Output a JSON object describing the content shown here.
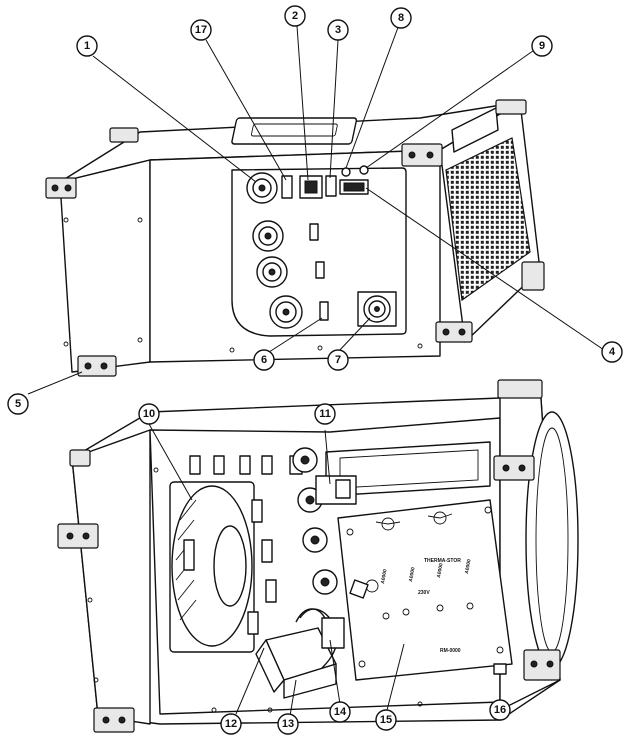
{
  "callouts": [
    {
      "id": "1",
      "label": "1"
    },
    {
      "id": "17",
      "label": "17"
    },
    {
      "id": "2",
      "label": "2"
    },
    {
      "id": "3",
      "label": "3"
    },
    {
      "id": "8",
      "label": "8"
    },
    {
      "id": "9",
      "label": "9"
    },
    {
      "id": "4",
      "label": "4"
    },
    {
      "id": "5",
      "label": "5"
    },
    {
      "id": "6",
      "label": "6"
    },
    {
      "id": "7",
      "label": "7"
    },
    {
      "id": "10",
      "label": "10"
    },
    {
      "id": "11",
      "label": "11"
    },
    {
      "id": "12",
      "label": "12"
    },
    {
      "id": "13",
      "label": "13"
    },
    {
      "id": "14",
      "label": "14"
    },
    {
      "id": "15",
      "label": "15"
    },
    {
      "id": "16",
      "label": "16"
    }
  ],
  "plate_text": {
    "brand": "THERMA-STOR",
    "voltage": "230V",
    "model": "RM-0000",
    "warn1": "A0000",
    "warn2": "A0000",
    "warn3": "A0000",
    "warn4": "A0000"
  },
  "colors": {
    "line": "#111111",
    "background": "#ffffff",
    "grille": "#222222"
  }
}
